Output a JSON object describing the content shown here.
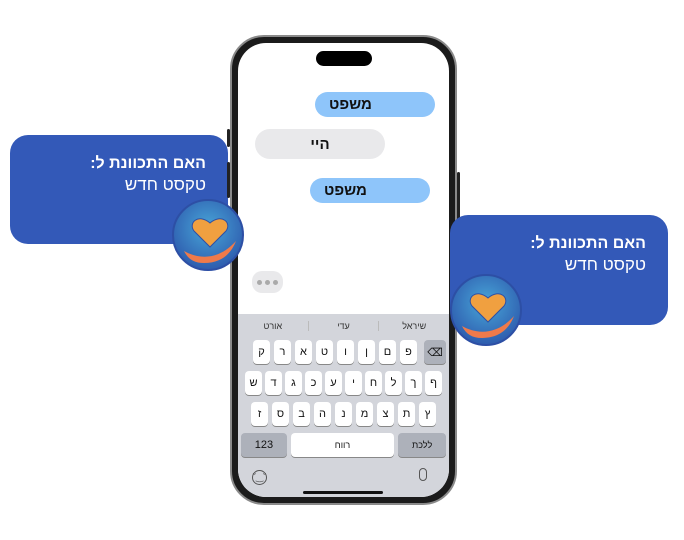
{
  "messages": [
    {
      "from": "me",
      "text": "משפט"
    },
    {
      "from": "them",
      "text": "היי"
    },
    {
      "from": "me",
      "text": "משפט"
    }
  ],
  "callouts": [
    {
      "title": "האם התכוונת ל:",
      "subtitle": "טקסט חדש"
    },
    {
      "title": "האם התכוונת ל:",
      "subtitle": "טקסט חדש"
    }
  ],
  "keyboard": {
    "suggestions": [
      "אורט",
      "עדי",
      "שיראל"
    ],
    "row1": [
      "ק",
      "ר",
      "א",
      "ט",
      "ו",
      "ן",
      "ם",
      "פ"
    ],
    "row2": [
      "ש",
      "ד",
      "ג",
      "כ",
      "ע",
      "י",
      "ח",
      "ל",
      "ך",
      "ף"
    ],
    "row3": [
      "ז",
      "ס",
      "ב",
      "ה",
      "נ",
      "מ",
      "צ",
      "ת",
      "ץ"
    ],
    "numbers_label": "123",
    "space_label": "רווח",
    "go_label": "ללכת"
  },
  "colors": {
    "callout": "#3359b8",
    "sent": "#8ec5fa",
    "received": "#e9e9eb"
  }
}
